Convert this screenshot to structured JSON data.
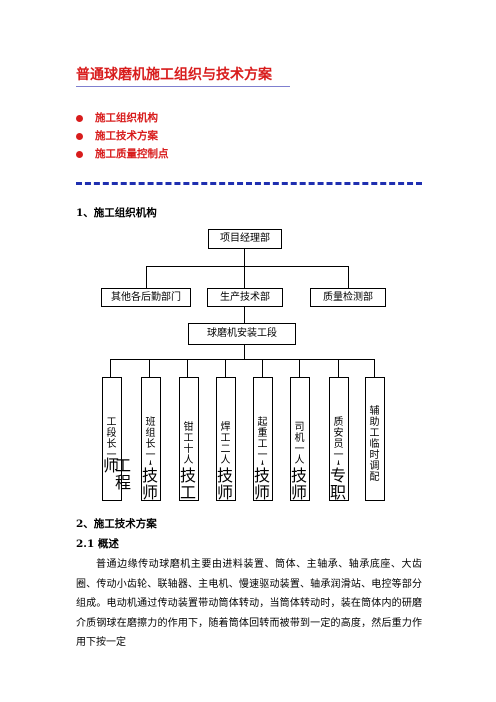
{
  "document": {
    "title": "普通球磨机施工组织与技术方案",
    "toc": [
      "施工组织机构",
      "施工技术方案",
      "施工质量控制点"
    ],
    "section1_heading": "1、施工组织机构",
    "section2_heading": "2、施工技术方案",
    "subsection_heading": "2.1 概述",
    "paragraph": "普通边缘传动球磨机主要由进料装置、筒体、主轴承、轴承底座、大齿圈、传动小齿轮、联轴器、主电机、慢速驱动装置、轴承润滑站、电控等部分组成。电动机通过传动装置带动筒体转动，当筒体转动时，装在筒体内的研磨介质钢球在磨擦力的作用下，随着筒体回转而被带到一定的高度，然后重力作用下按一定"
  },
  "org_chart": {
    "top": "项目经理部",
    "middle": [
      "其他各后勤部门",
      "生产技术部",
      "质量检测部"
    ],
    "unit": "球磨机安装工段",
    "teams": [
      {
        "role": "工段长一人",
        "title": "工程师"
      },
      {
        "role": "班组长一人",
        "title": "技师"
      },
      {
        "role": "钳工十人",
        "title": "技工"
      },
      {
        "role": "焊工二人",
        "title": "技师"
      },
      {
        "role": "起重工一人",
        "title": "技师"
      },
      {
        "role": "司机一人",
        "title": "技师"
      },
      {
        "role": "质安员一人",
        "title": "专职"
      },
      {
        "role": "辅助工临时调配",
        "title": ""
      }
    ]
  }
}
